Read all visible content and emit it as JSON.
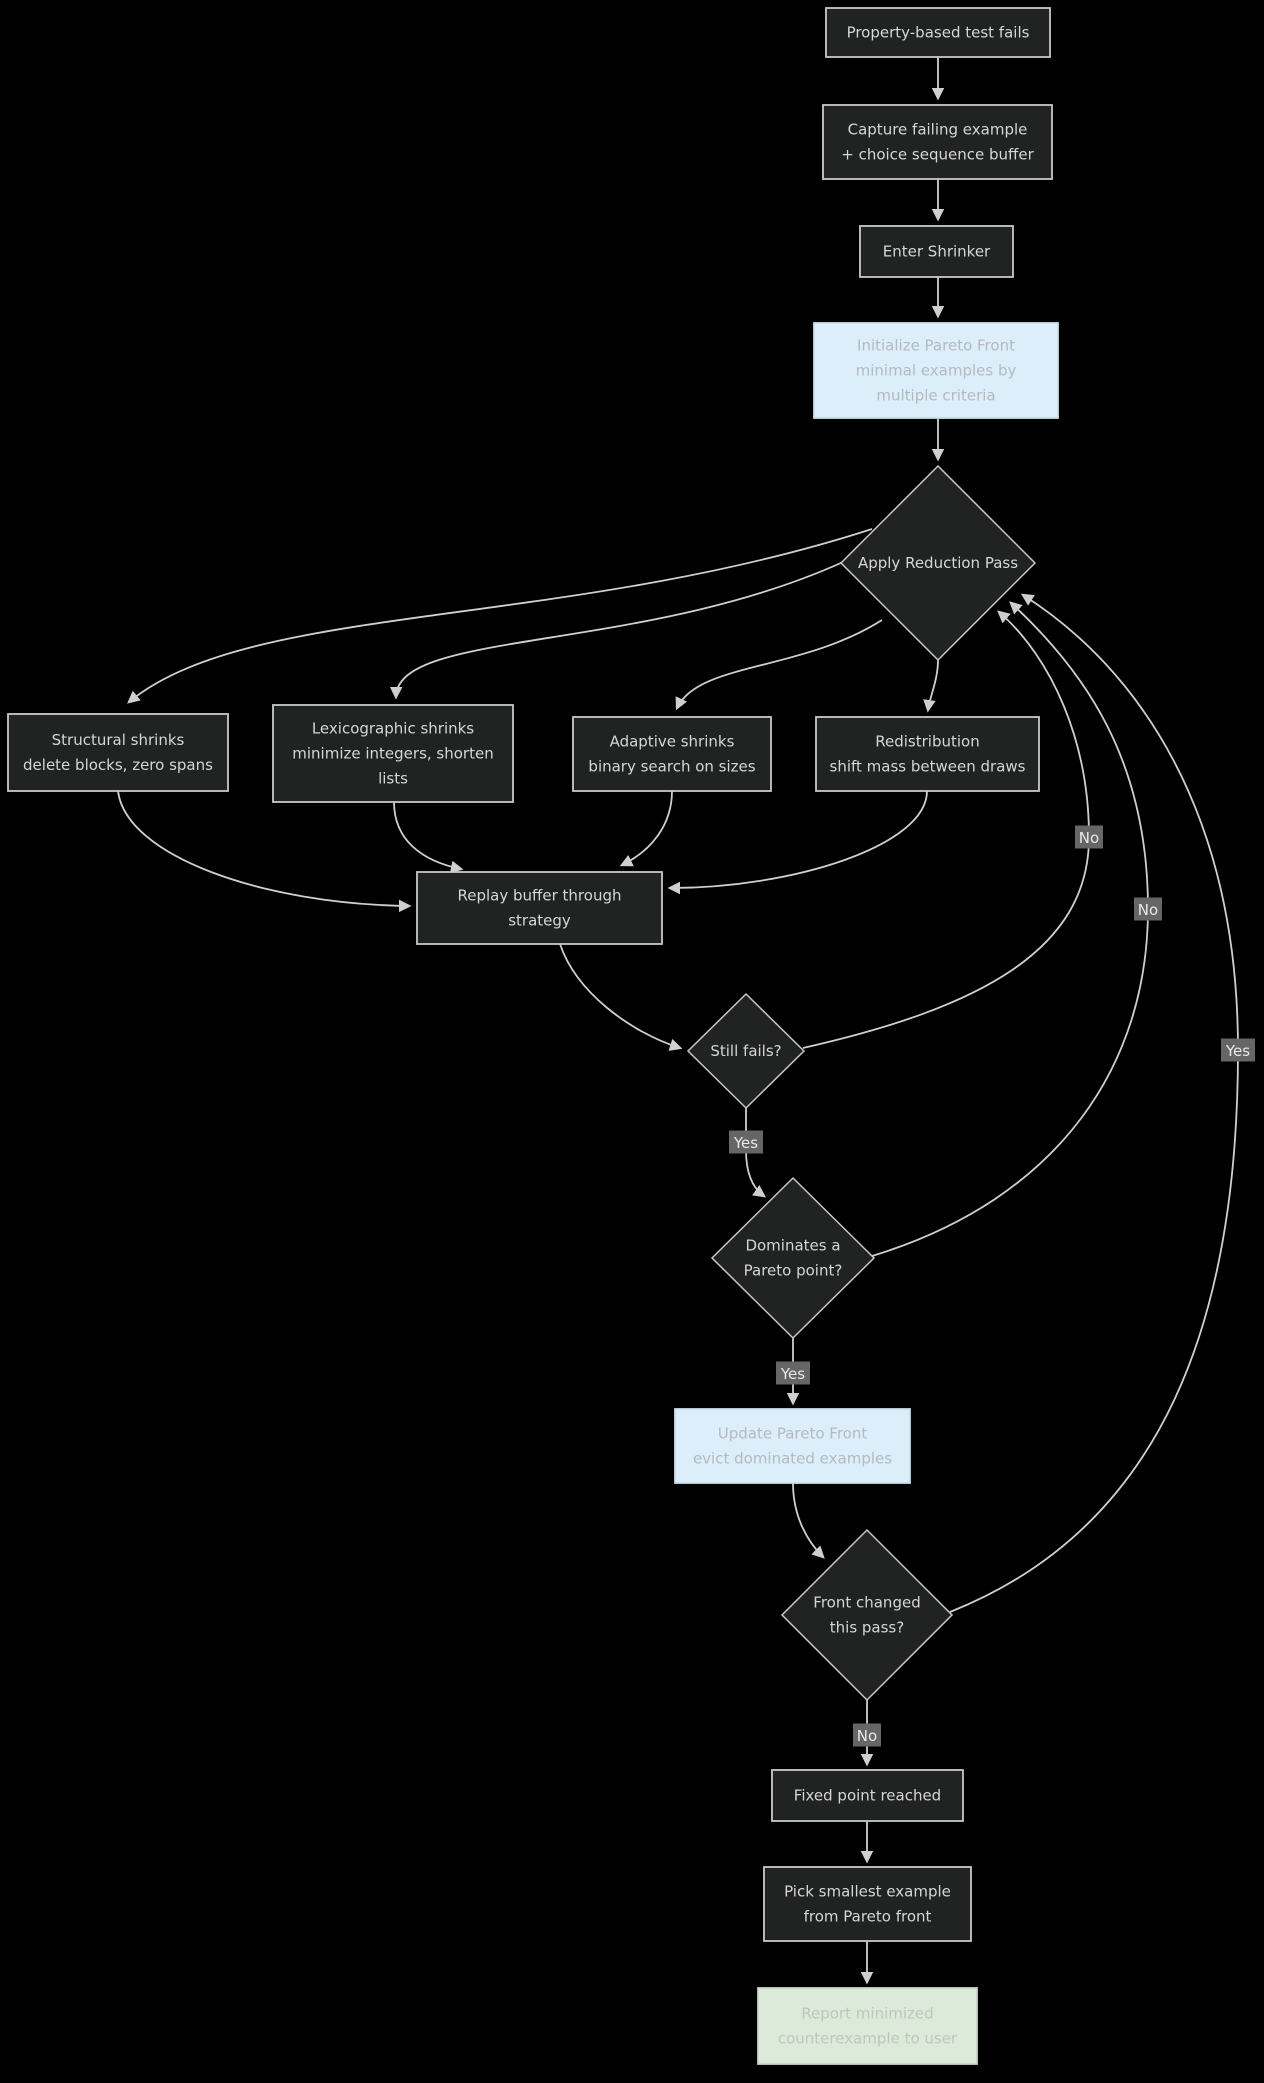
{
  "diagram": {
    "type": "flowchart",
    "background": "#000000",
    "colors": {
      "node_fill": "#212222",
      "node_border": "#c9c9c9",
      "node_text": "#d6d6d6",
      "blue_fill": "#dbeefa",
      "blue_border": "#cadeea",
      "blue_text": "#b5babf",
      "green_fill": "#dcead9",
      "green_border": "#c9d5c7",
      "green_text": "#bfc6bf",
      "edge_color": "#cfcfcf",
      "edge_label_bg": "#666666",
      "edge_label_text": "#e8e8e8"
    },
    "nodes": [
      {
        "id": "n1",
        "name": "node-property-test-fails",
        "shape": "rect",
        "style": "dark",
        "lines": [
          "Property-based test fails"
        ]
      },
      {
        "id": "n2",
        "name": "node-capture-failing-example",
        "shape": "rect",
        "style": "dark",
        "lines": [
          "Capture failing example",
          "+ choice sequence buffer"
        ]
      },
      {
        "id": "n3",
        "name": "node-enter-shrinker",
        "shape": "rect",
        "style": "dark",
        "lines": [
          "Enter Shrinker"
        ]
      },
      {
        "id": "n4",
        "name": "node-initialize-pareto-front",
        "shape": "rect",
        "style": "blue",
        "lines": [
          "Initialize Pareto Front",
          "minimal examples by",
          "multiple criteria"
        ]
      },
      {
        "id": "d1",
        "name": "node-apply-reduction-pass",
        "shape": "diamond",
        "style": "dark",
        "lines": [
          "Apply Reduction Pass"
        ]
      },
      {
        "id": "s1",
        "name": "node-structural-shrinks",
        "shape": "rect",
        "style": "dark",
        "lines": [
          "Structural shrinks",
          "delete blocks, zero spans"
        ]
      },
      {
        "id": "s2",
        "name": "node-lexicographic-shrinks",
        "shape": "rect",
        "style": "dark",
        "lines": [
          "Lexicographic shrinks",
          "minimize integers, shorten",
          "lists"
        ]
      },
      {
        "id": "s3",
        "name": "node-adaptive-shrinks",
        "shape": "rect",
        "style": "dark",
        "lines": [
          "Adaptive shrinks",
          "binary search on sizes"
        ]
      },
      {
        "id": "s4",
        "name": "node-redistribution",
        "shape": "rect",
        "style": "dark",
        "lines": [
          "Redistribution",
          "shift mass between draws"
        ]
      },
      {
        "id": "replay",
        "name": "node-replay-buffer",
        "shape": "rect",
        "style": "dark",
        "lines": [
          "Replay buffer through",
          "strategy"
        ]
      },
      {
        "id": "d2",
        "name": "node-still-fails",
        "shape": "diamond",
        "style": "dark",
        "lines": [
          "Still fails?"
        ]
      },
      {
        "id": "d3",
        "name": "node-dominates-pareto-point",
        "shape": "diamond",
        "style": "dark",
        "lines": [
          "Dominates a",
          "Pareto point?"
        ]
      },
      {
        "id": "u1",
        "name": "node-update-pareto-front",
        "shape": "rect",
        "style": "blue",
        "lines": [
          "Update Pareto Front",
          "evict dominated examples"
        ]
      },
      {
        "id": "d4",
        "name": "node-front-changed",
        "shape": "diamond",
        "style": "dark",
        "lines": [
          "Front changed",
          "this pass?"
        ]
      },
      {
        "id": "n6",
        "name": "node-fixed-point-reached",
        "shape": "rect",
        "style": "dark",
        "lines": [
          "Fixed point reached"
        ]
      },
      {
        "id": "n7",
        "name": "node-pick-smallest-example",
        "shape": "rect",
        "style": "dark",
        "lines": [
          "Pick smallest example",
          "from Pareto front"
        ]
      },
      {
        "id": "n8",
        "name": "node-report-counterexample",
        "shape": "rect",
        "style": "green",
        "lines": [
          "Report minimized",
          "counterexample to user"
        ]
      }
    ],
    "edges": [
      {
        "from": "n1",
        "to": "n2",
        "label": ""
      },
      {
        "from": "n2",
        "to": "n3",
        "label": ""
      },
      {
        "from": "n3",
        "to": "n4",
        "label": ""
      },
      {
        "from": "n4",
        "to": "d1",
        "label": ""
      },
      {
        "from": "d1",
        "to": "s1",
        "label": ""
      },
      {
        "from": "d1",
        "to": "s2",
        "label": ""
      },
      {
        "from": "d1",
        "to": "s3",
        "label": ""
      },
      {
        "from": "d1",
        "to": "s4",
        "label": ""
      },
      {
        "from": "s1",
        "to": "replay",
        "label": ""
      },
      {
        "from": "s2",
        "to": "replay",
        "label": ""
      },
      {
        "from": "s3",
        "to": "replay",
        "label": ""
      },
      {
        "from": "s4",
        "to": "replay",
        "label": ""
      },
      {
        "from": "replay",
        "to": "d2",
        "label": ""
      },
      {
        "from": "d2",
        "to": "d3",
        "label": "Yes"
      },
      {
        "from": "d2",
        "to": "d1",
        "label": "No"
      },
      {
        "from": "d3",
        "to": "u1",
        "label": "Yes"
      },
      {
        "from": "d3",
        "to": "d1",
        "label": "No"
      },
      {
        "from": "u1",
        "to": "d4",
        "label": ""
      },
      {
        "from": "d4",
        "to": "n6",
        "label": "No"
      },
      {
        "from": "d4",
        "to": "d1",
        "label": "Yes"
      },
      {
        "from": "n6",
        "to": "n7",
        "label": ""
      },
      {
        "from": "n7",
        "to": "n8",
        "label": ""
      }
    ]
  }
}
